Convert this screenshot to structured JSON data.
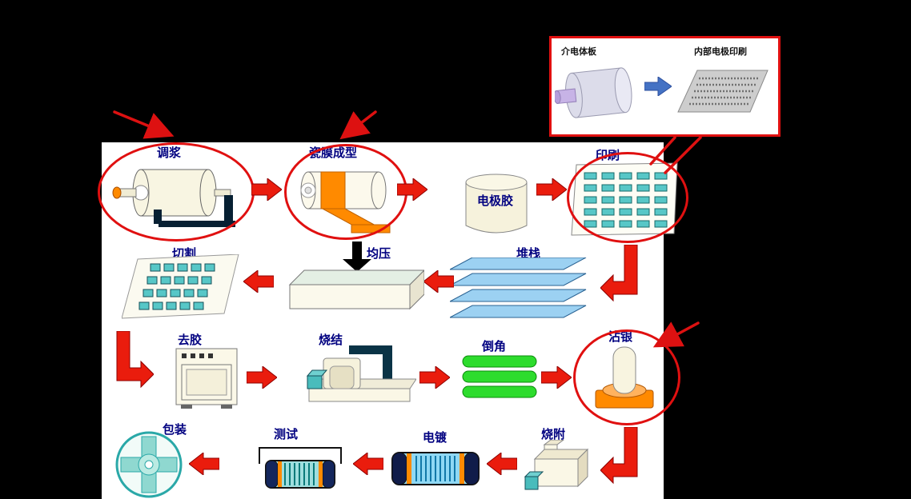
{
  "inset": {
    "dielectric_label": "介电体板",
    "electrode_print_label": "内部电极印刷"
  },
  "steps": {
    "slurry": "调浆",
    "film_forming": "瓷膜成型",
    "electrode_paste": "电极胶",
    "printing": "印刷",
    "stacking": "堆栈",
    "pressing": "均压",
    "cutting": "切割",
    "debinding": "去胶",
    "sintering": "烧结",
    "chamfering": "倒角",
    "silver_dipping": "沾银",
    "firing": "烧附",
    "plating": "电镀",
    "testing": "测试",
    "packaging": "包装"
  },
  "colors": {
    "arrow_red": "#ea1c0d",
    "highlight_red": "#e01010",
    "label_navy": "#000080",
    "teal": "#57c7c7",
    "orange": "#ff8a00",
    "sheet_blue": "#9cd1f2",
    "green": "#2ddc2d",
    "inset_arrow_blue": "#4472c4"
  }
}
